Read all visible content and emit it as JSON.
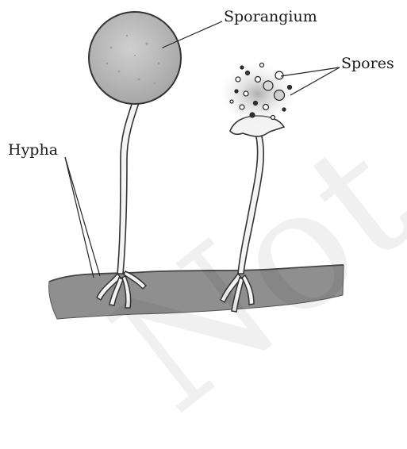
{
  "labels": {
    "sporangium": "Sporangium",
    "spores": "Spores",
    "hypha": "Hypha"
  },
  "watermark": {
    "text": "Not to be"
  },
  "colors": {
    "ground": "#8f8f8f",
    "sporangium_fill": "#b8b8b8",
    "outline": "#333333",
    "stalk_fill": "#f4f4f4",
    "text": "#1a1a1a"
  }
}
